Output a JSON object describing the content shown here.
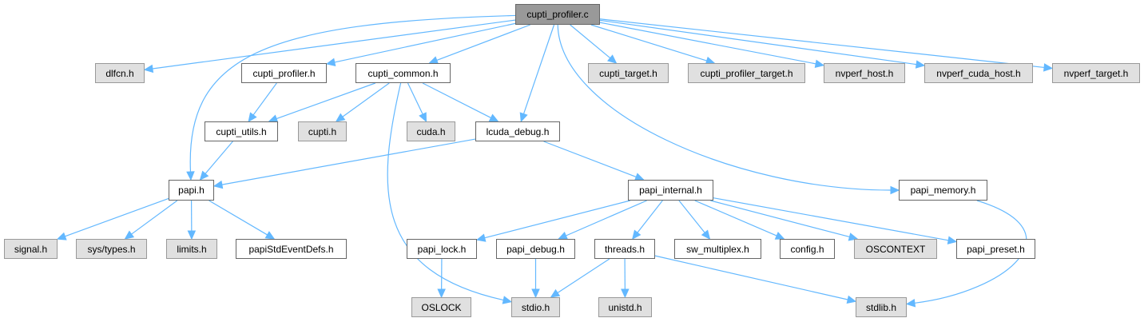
{
  "title": "cupti_profiler.c",
  "colors": {
    "edge": "#63b8ff",
    "root_fill": "#999999",
    "undocumented_fill": "#e0e0e0",
    "documented_fill": "#ffffff"
  },
  "nodes": [
    {
      "id": "root",
      "label": "cupti_profiler.c",
      "kind": "root"
    },
    {
      "id": "dlfcn",
      "label": "dlfcn.h",
      "kind": "nodoc"
    },
    {
      "id": "cupti_profiler_h",
      "label": "cupti_profiler.h",
      "kind": "doc"
    },
    {
      "id": "cupti_common",
      "label": "cupti_common.h",
      "kind": "doc"
    },
    {
      "id": "cupti_target",
      "label": "cupti_target.h",
      "kind": "nodoc"
    },
    {
      "id": "cupti_profiler_target",
      "label": "cupti_profiler_target.h",
      "kind": "nodoc"
    },
    {
      "id": "nvperf_host",
      "label": "nvperf_host.h",
      "kind": "nodoc"
    },
    {
      "id": "nvperf_cuda_host",
      "label": "nvperf_cuda_host.h",
      "kind": "nodoc"
    },
    {
      "id": "nvperf_target",
      "label": "nvperf_target.h",
      "kind": "nodoc"
    },
    {
      "id": "cupti_utils",
      "label": "cupti_utils.h",
      "kind": "doc"
    },
    {
      "id": "cupti",
      "label": "cupti.h",
      "kind": "nodoc"
    },
    {
      "id": "cuda",
      "label": "cuda.h",
      "kind": "nodoc"
    },
    {
      "id": "lcuda_debug",
      "label": "lcuda_debug.h",
      "kind": "doc"
    },
    {
      "id": "papi",
      "label": "papi.h",
      "kind": "doc"
    },
    {
      "id": "papi_internal",
      "label": "papi_internal.h",
      "kind": "doc"
    },
    {
      "id": "papi_memory",
      "label": "papi_memory.h",
      "kind": "doc"
    },
    {
      "id": "signal",
      "label": "signal.h",
      "kind": "nodoc"
    },
    {
      "id": "systypes",
      "label": "sys/types.h",
      "kind": "nodoc"
    },
    {
      "id": "limits",
      "label": "limits.h",
      "kind": "nodoc"
    },
    {
      "id": "papiStdEventDefs",
      "label": "papiStdEventDefs.h",
      "kind": "doc"
    },
    {
      "id": "papi_lock",
      "label": "papi_lock.h",
      "kind": "doc"
    },
    {
      "id": "papi_debug",
      "label": "papi_debug.h",
      "kind": "doc"
    },
    {
      "id": "threads",
      "label": "threads.h",
      "kind": "doc"
    },
    {
      "id": "sw_multiplex",
      "label": "sw_multiplex.h",
      "kind": "doc"
    },
    {
      "id": "config",
      "label": "config.h",
      "kind": "doc"
    },
    {
      "id": "OSCONTEXT",
      "label": "OSCONTEXT",
      "kind": "nodoc"
    },
    {
      "id": "papi_preset",
      "label": "papi_preset.h",
      "kind": "doc"
    },
    {
      "id": "OSLOCK",
      "label": "OSLOCK",
      "kind": "nodoc"
    },
    {
      "id": "stdio",
      "label": "stdio.h",
      "kind": "nodoc"
    },
    {
      "id": "unistd",
      "label": "unistd.h",
      "kind": "nodoc"
    },
    {
      "id": "stdlib",
      "label": "stdlib.h",
      "kind": "nodoc"
    }
  ],
  "edges": [
    [
      "root",
      "dlfcn"
    ],
    [
      "root",
      "papi"
    ],
    [
      "root",
      "cupti_profiler_h"
    ],
    [
      "root",
      "cupti_common"
    ],
    [
      "root",
      "lcuda_debug"
    ],
    [
      "root",
      "cupti_target"
    ],
    [
      "root",
      "cupti_profiler_target"
    ],
    [
      "root",
      "nvperf_host"
    ],
    [
      "root",
      "nvperf_cuda_host"
    ],
    [
      "root",
      "nvperf_target"
    ],
    [
      "root",
      "papi_memory"
    ],
    [
      "cupti_profiler_h",
      "cupti_utils"
    ],
    [
      "cupti_common",
      "cupti_utils"
    ],
    [
      "cupti_common",
      "cupti"
    ],
    [
      "cupti_common",
      "cuda"
    ],
    [
      "cupti_common",
      "lcuda_debug"
    ],
    [
      "cupti_common",
      "stdio"
    ],
    [
      "cupti_utils",
      "papi"
    ],
    [
      "lcuda_debug",
      "papi"
    ],
    [
      "lcuda_debug",
      "papi_internal"
    ],
    [
      "papi",
      "signal"
    ],
    [
      "papi",
      "systypes"
    ],
    [
      "papi",
      "limits"
    ],
    [
      "papi",
      "papiStdEventDefs"
    ],
    [
      "papi_internal",
      "papi_lock"
    ],
    [
      "papi_internal",
      "papi_debug"
    ],
    [
      "papi_internal",
      "threads"
    ],
    [
      "papi_internal",
      "sw_multiplex"
    ],
    [
      "papi_internal",
      "config"
    ],
    [
      "papi_internal",
      "OSCONTEXT"
    ],
    [
      "papi_internal",
      "papi_preset"
    ],
    [
      "papi_memory",
      "stdlib"
    ],
    [
      "papi_lock",
      "OSLOCK"
    ],
    [
      "papi_debug",
      "stdio"
    ],
    [
      "threads",
      "stdio"
    ],
    [
      "threads",
      "unistd"
    ],
    [
      "threads",
      "stdlib"
    ]
  ]
}
